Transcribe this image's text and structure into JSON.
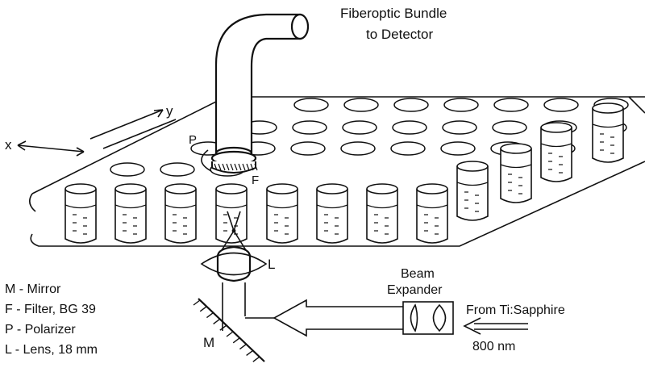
{
  "title_line1": "Fiberoptic Bundle",
  "title_line2": "to Detector",
  "axes": {
    "x": "x",
    "y": "y"
  },
  "component_labels": {
    "P": "P",
    "F": "F",
    "L": "L",
    "M": "M"
  },
  "beam_expander": {
    "line1": "Beam",
    "line2": "Expander"
  },
  "source": {
    "from": "From Ti:Sapphire",
    "wavelength": "800 nm"
  },
  "legend": [
    "M - Mirror",
    "F - Filter, BG 39",
    "P - Polarizer",
    "L - Lens, 18 mm"
  ],
  "colors": {
    "ink": "#111111",
    "background": "#ffffff"
  }
}
